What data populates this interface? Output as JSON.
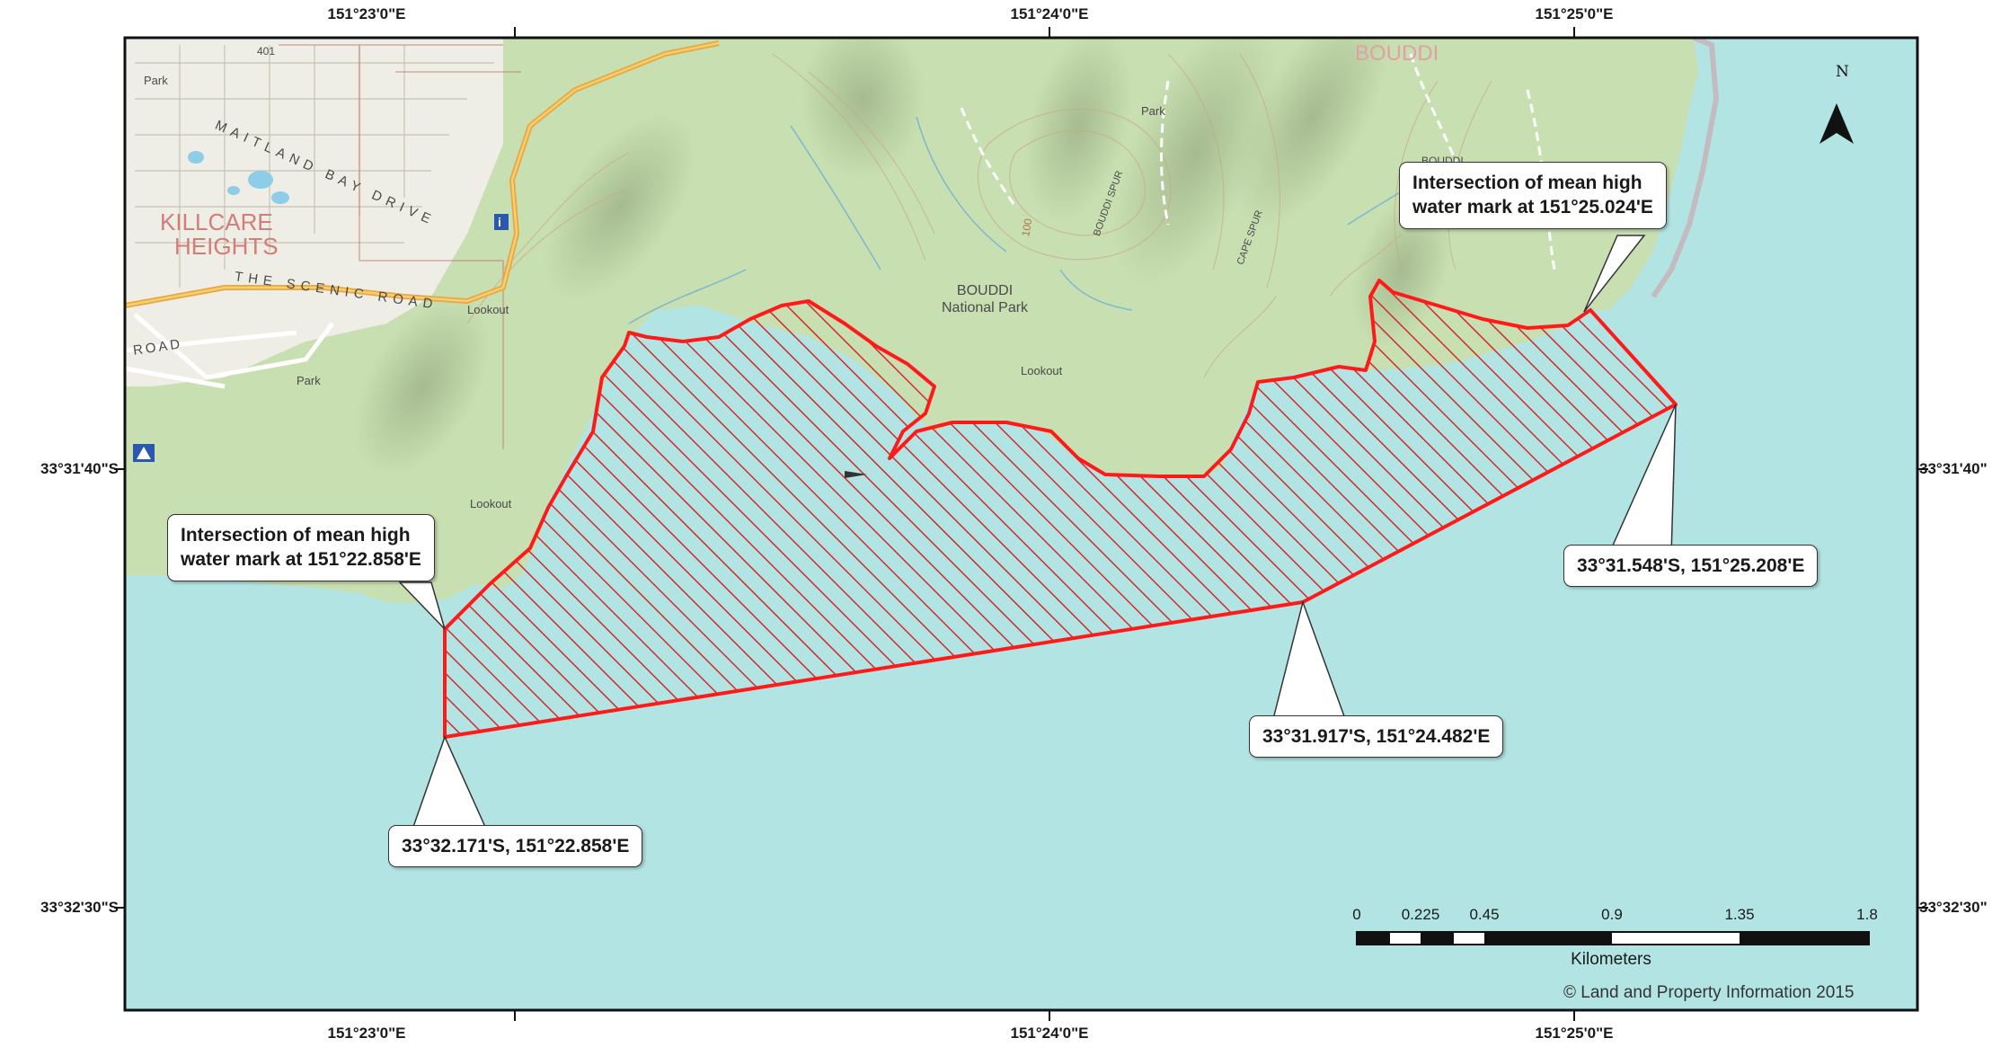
{
  "axes": {
    "top_lon": [
      "151°23'0\"E",
      "151°24'0\"E",
      "151°25'0\"E"
    ],
    "bottom_lon": [
      "151°23'0\"E",
      "151°24'0\"E",
      "151°25'0\"E"
    ],
    "left_lat": [
      "33°31'40\"S",
      "33°32'30\"S"
    ],
    "right_lat": [
      "33°31'40\"",
      "33°32'30\""
    ]
  },
  "callouts": {
    "left_mhwm": {
      "line1": "Intersection of mean high",
      "line2": "water mark at 151°22.858'E"
    },
    "right_mhwm": {
      "line1": "Intersection of mean high",
      "line2": "water mark at 151°25.024'E"
    },
    "east_point": "33°31.548'S, 151°25.208'E",
    "mid_point": "33°31.917'S, 151°24.482'E",
    "sw_point": "33°32.171'S, 151°22.858'E"
  },
  "basemap_labels": {
    "killcare_heights": [
      "KILLCARE",
      "HEIGHTS"
    ],
    "bouddi": "BOUDDI",
    "bouddi_np": [
      "BOUDDI",
      "National Park"
    ],
    "maitland_bay_drive": "MAITLAND BAY DRIVE",
    "scenic_road": "THE SCENIC ROAD",
    "road": "ROAD",
    "lookout_1": "Lookout",
    "lookout_2": "Lookout",
    "lookout_3": "Lookout",
    "park_1": "Park",
    "park_2": "Park",
    "park_3": "Park",
    "bouddi_road": "BOUDDI",
    "num_401": "401",
    "num_100": "100",
    "bouddi_spur": "BOUDDI SPUR",
    "cape_spur": "CAPE SPUR"
  },
  "north_arrow": {
    "label": "N",
    "icon": "north-arrow-icon"
  },
  "scale_bar": {
    "ticks": [
      "0",
      "0.225",
      "0.45",
      "0.9",
      "1.35",
      "1.8"
    ],
    "units": "Kilometers"
  },
  "credit": "© Land and Property Information 2015",
  "colors": {
    "sea": "#b3e4e4",
    "land": "#c8dfb1",
    "urban": "#efeee6",
    "zone_stroke": "#ff1a1a",
    "hatch": "#d02a2a"
  }
}
